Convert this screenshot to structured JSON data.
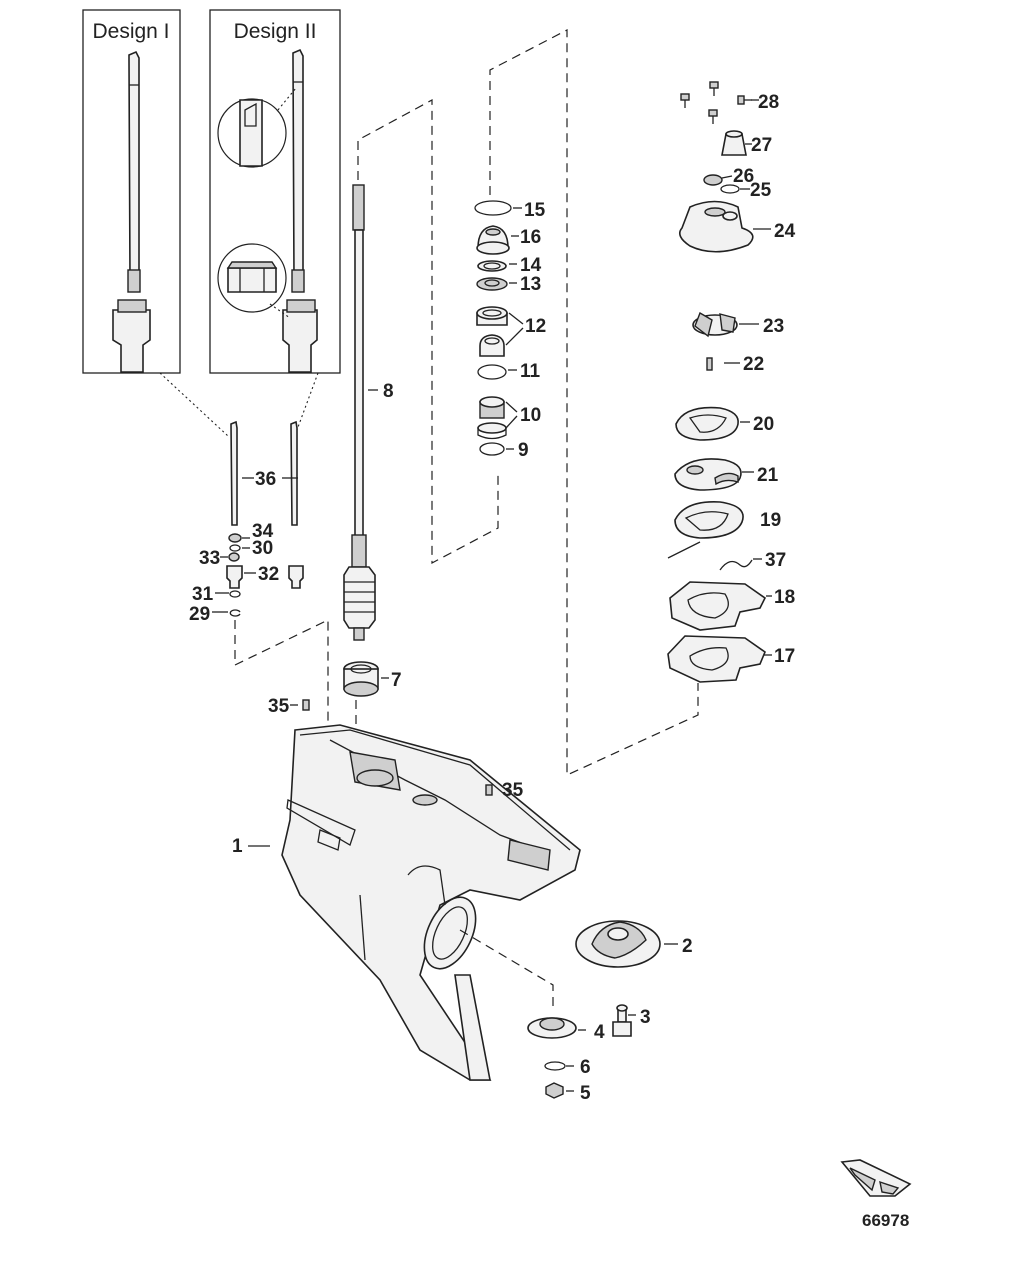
{
  "design_boxes": {
    "design_1_title": "Design I",
    "design_2_title": "Design II"
  },
  "figure_number": "66978",
  "callouts": [
    {
      "id": "c28",
      "text": "28"
    },
    {
      "id": "c27",
      "text": "27"
    },
    {
      "id": "c26",
      "text": "26"
    },
    {
      "id": "c25",
      "text": "25"
    },
    {
      "id": "c24",
      "text": "24"
    },
    {
      "id": "c23",
      "text": "23"
    },
    {
      "id": "c22",
      "text": "22"
    },
    {
      "id": "c20",
      "text": "20"
    },
    {
      "id": "c21",
      "text": "21"
    },
    {
      "id": "c19",
      "text": "19"
    },
    {
      "id": "c37",
      "text": "37"
    },
    {
      "id": "c18",
      "text": "18"
    },
    {
      "id": "c17",
      "text": "17"
    },
    {
      "id": "c15",
      "text": "15"
    },
    {
      "id": "c16",
      "text": "16"
    },
    {
      "id": "c14",
      "text": "14"
    },
    {
      "id": "c13",
      "text": "13"
    },
    {
      "id": "c12",
      "text": "12"
    },
    {
      "id": "c11",
      "text": "11"
    },
    {
      "id": "c10",
      "text": "10"
    },
    {
      "id": "c9",
      "text": "9"
    },
    {
      "id": "c8",
      "text": "8"
    },
    {
      "id": "c7",
      "text": "7"
    },
    {
      "id": "c36",
      "text": "36"
    },
    {
      "id": "c34",
      "text": "34"
    },
    {
      "id": "c30",
      "text": "30"
    },
    {
      "id": "c33",
      "text": "33"
    },
    {
      "id": "c32",
      "text": "32"
    },
    {
      "id": "c31",
      "text": "31"
    },
    {
      "id": "c29",
      "text": "29"
    },
    {
      "id": "c35a",
      "text": "35"
    },
    {
      "id": "c35b",
      "text": "35"
    },
    {
      "id": "c1",
      "text": "1"
    },
    {
      "id": "c2",
      "text": "2"
    },
    {
      "id": "c3",
      "text": "3"
    },
    {
      "id": "c4",
      "text": "4"
    },
    {
      "id": "c6",
      "text": "6"
    },
    {
      "id": "c5",
      "text": "5"
    }
  ]
}
